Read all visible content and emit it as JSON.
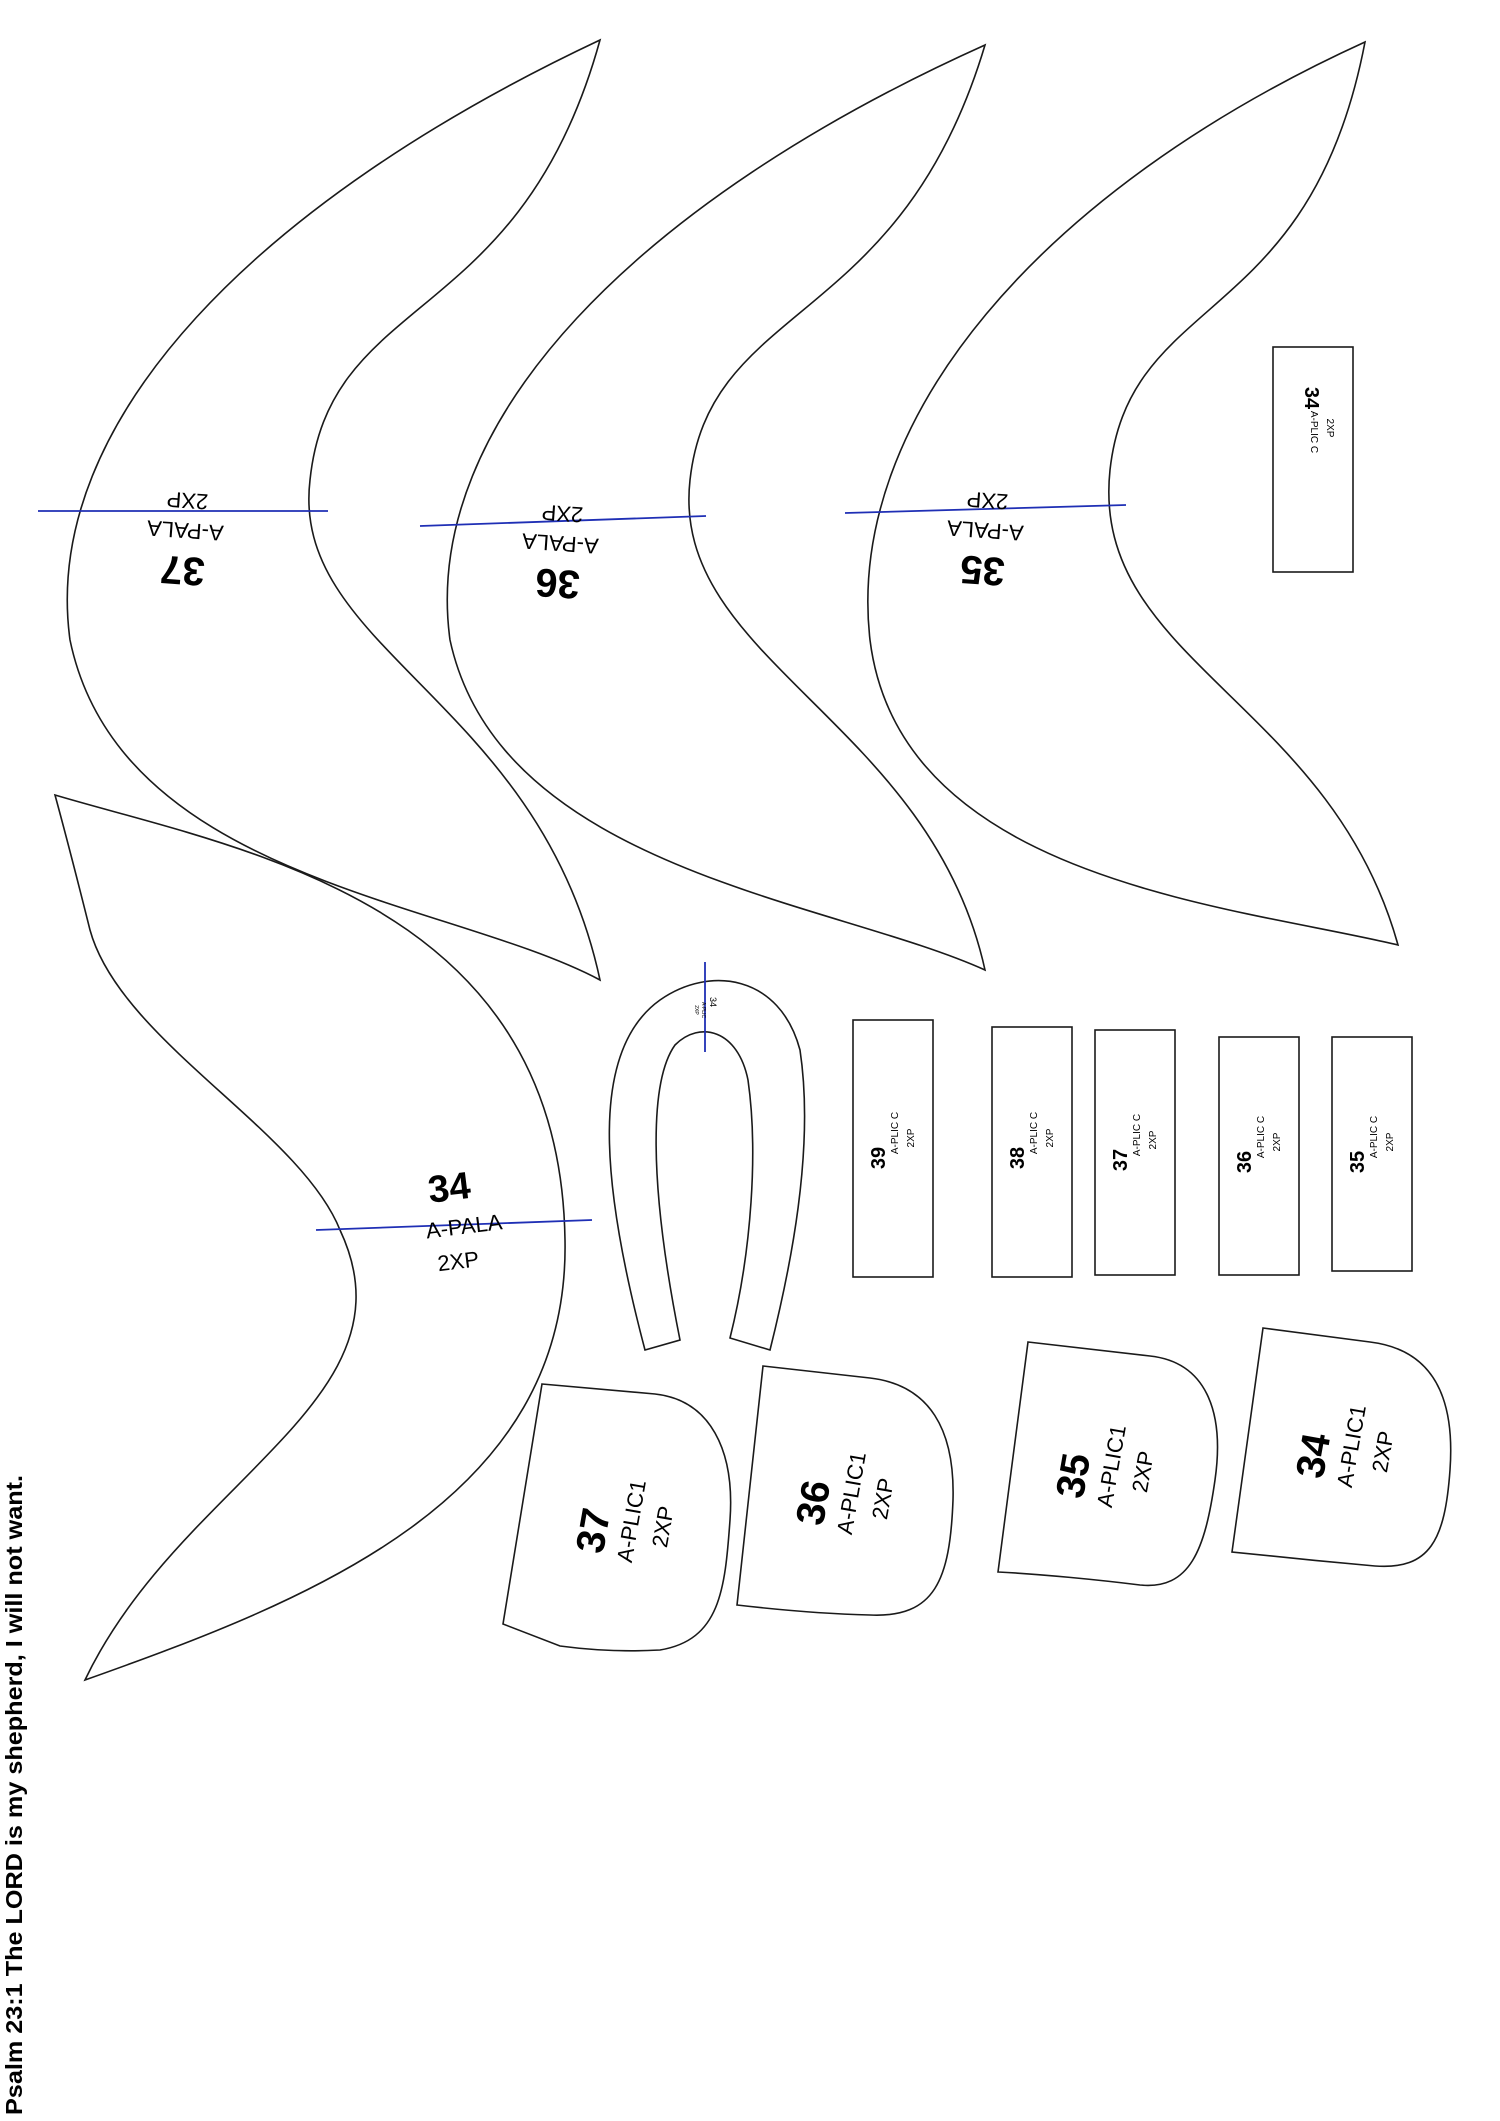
{
  "footer": {
    "verse": "Psalm 23:1 The LORD is my shepherd, I will not want."
  },
  "colors": {
    "outline": "#1a1a1a",
    "grain_line": "#1f2fb5",
    "background": "#ffffff"
  },
  "vamps": [
    {
      "size": "37",
      "name": "A-PALA",
      "qty": "2XP"
    },
    {
      "size": "36",
      "name": "A-PALA",
      "qty": "2XP"
    },
    {
      "size": "35",
      "name": "A-PALA",
      "qty": "2XP"
    },
    {
      "size": "34",
      "name": "A-PALA",
      "qty": "2XP"
    }
  ],
  "aplic_c": [
    {
      "size": "34",
      "name": "A-PLIC C",
      "qty": "2XP"
    },
    {
      "size": "39",
      "name": "A-PLIC C",
      "qty": "2XP"
    },
    {
      "size": "38",
      "name": "A-PLIC C",
      "qty": "2XP"
    },
    {
      "size": "37",
      "name": "A-PLIC C",
      "qty": "2XP"
    },
    {
      "size": "36",
      "name": "A-PLIC C",
      "qty": "2XP"
    },
    {
      "size": "35",
      "name": "A-PLIC C",
      "qty": "2XP"
    }
  ],
  "aplic1": [
    {
      "size": "37",
      "name": "A-PLIC1",
      "qty": "2XP"
    },
    {
      "size": "36",
      "name": "A-PLIC1",
      "qty": "2XP"
    },
    {
      "size": "35",
      "name": "A-PLIC1",
      "qty": "2XP"
    },
    {
      "size": "34",
      "name": "A-PLIC1",
      "qty": "2XP"
    }
  ],
  "horseshoe": {
    "size": "34",
    "name": "A-PLIC",
    "qty": "2XP"
  }
}
